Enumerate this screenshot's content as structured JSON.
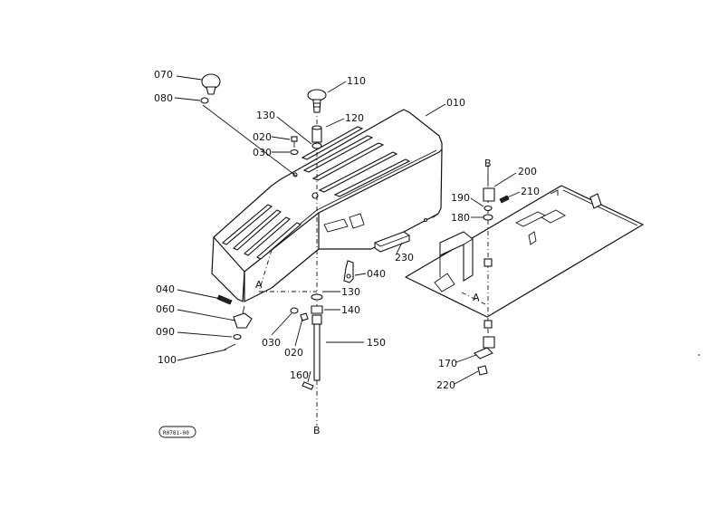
{
  "callouts": {
    "p070": "070",
    "p080": "080",
    "p110": "110",
    "p010": "010",
    "p130a": "130",
    "p120": "120",
    "p020a": "020",
    "p030a": "030",
    "p230": "230",
    "p040a": "040",
    "p040b": "040",
    "p130b": "130",
    "p140": "140",
    "p060": "060",
    "p090": "090",
    "p100": "100",
    "p030b": "030",
    "p020b": "020",
    "p150": "150",
    "p160": "160",
    "p200": "200",
    "p210": "210",
    "p190": "190",
    "p180": "180",
    "p170": "170",
    "p220": "220"
  },
  "markers": {
    "b_top": "B",
    "b_bottom": "B",
    "a_left": "A",
    "a_right": "A"
  },
  "reference_code": "R0781-00"
}
